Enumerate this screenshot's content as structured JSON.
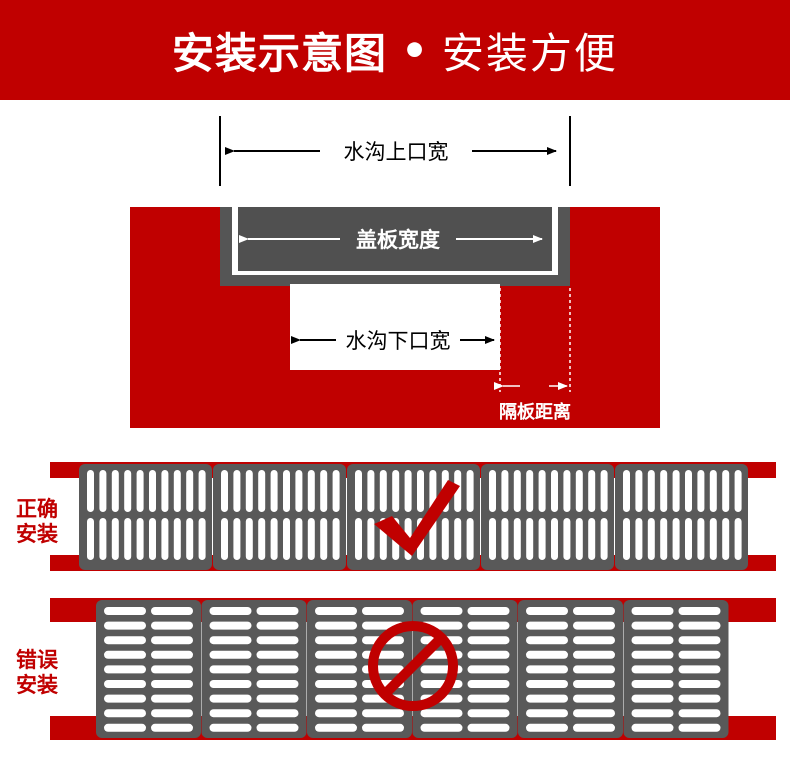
{
  "header": {
    "title": "安装示意图",
    "separator": "•",
    "subtitle": "安装方便"
  },
  "diagram": {
    "top_width_label": "水沟上口宽",
    "cover_width_label": "盖板宽度",
    "bottom_width_label": "水沟下口宽",
    "gap_label": "隔板距离"
  },
  "install_examples": {
    "correct_label_line1": "正确",
    "correct_label_line2": "安装",
    "wrong_label_line1": "错误",
    "wrong_label_line2": "安装",
    "correct_icon": "checkmark-icon",
    "wrong_icon": "prohibited-icon"
  },
  "colors": {
    "brand_red": "#c00000",
    "grate_gray": "#595959",
    "cover_dark": "#505050",
    "slot_white": "#ffffff"
  }
}
